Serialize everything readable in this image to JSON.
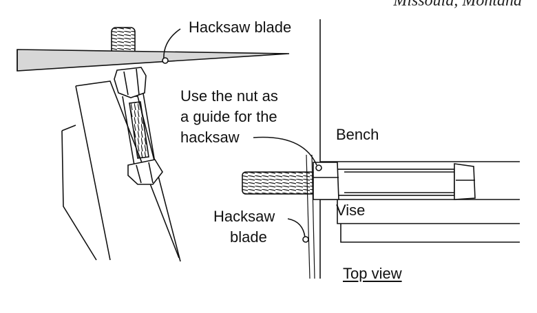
{
  "credit": "Missoula, Montana",
  "labels": {
    "hacksaw_blade_top": "Hacksaw blade",
    "nut_guide_line1": "Use the nut as",
    "nut_guide_line2": "a guide for the",
    "nut_guide_line3": "hacksaw",
    "bench": "Bench",
    "vise": "Vise",
    "hacksaw_blade_side_line1": "Hacksaw",
    "hacksaw_blade_side_line2": "blade",
    "top_view": "Top view"
  }
}
